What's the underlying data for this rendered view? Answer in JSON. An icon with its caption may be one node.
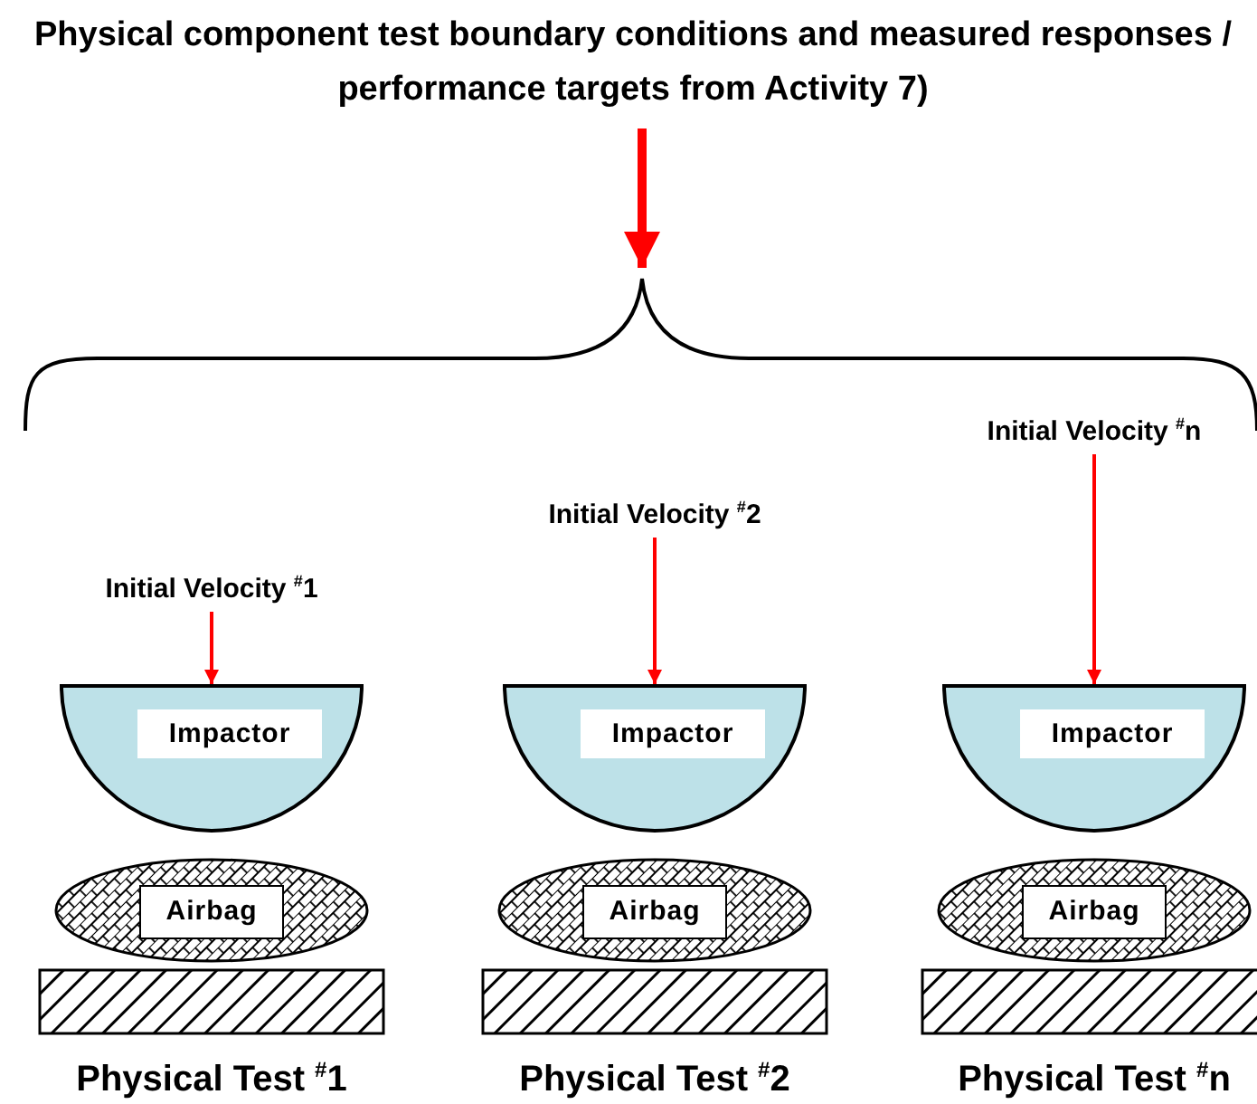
{
  "diagram": {
    "nodes": [
      {
        "text": [
          "Physical component test boundary conditions and measured responses / performance targets from Activity 7)"
        ]
      },
      {
        "text": [],
        "shape": "brace"
      },
      {
        "text": [
          "Initial Velocity $^{#}$1"
        ]
      },
      {
        "text": [
          "Impactor"
        ]
      },
      {
        "text": [
          "Airbag"
        ]
      },
      {
        "text": [],
        "shape": "bar"
      },
      {
        "text": [
          "Initial Velocity $^{#}$2"
        ]
      },
      {
        "text": [
          "Impactor"
        ]
      },
      {
        "text": [
          "Airbag"
        ]
      },
      {
        "text": [],
        "shape": "bar"
      },
      {
        "text": [
          "Initial Velocity $^{#}$n"
        ]
      },
      {
        "text": [
          "Impactor"
        ]
      },
      {
        "text": [
          "Airbag"
        ]
      },
      {
        "text": [],
        "shape": "bar"
      }
    ],
    "edges": [
      {
        "from": 0,
        "to": 1,
        "arrow": "to",
        "style": "thick"
      },
      {
        "from": 2,
        "to": 3,
        "arrow": "to"
      },
      {
        "from": 6,
        "to": 7,
        "arrow": "to"
      },
      {
        "from": 10,
        "to": 11,
        "arrow": "to"
      }
    ],
    "labels": [
      "Physical Test $^{#}$1",
      "Physical Test $^{#}$2",
      "Physical Test $^{#}$n"
    ]
  }
}
